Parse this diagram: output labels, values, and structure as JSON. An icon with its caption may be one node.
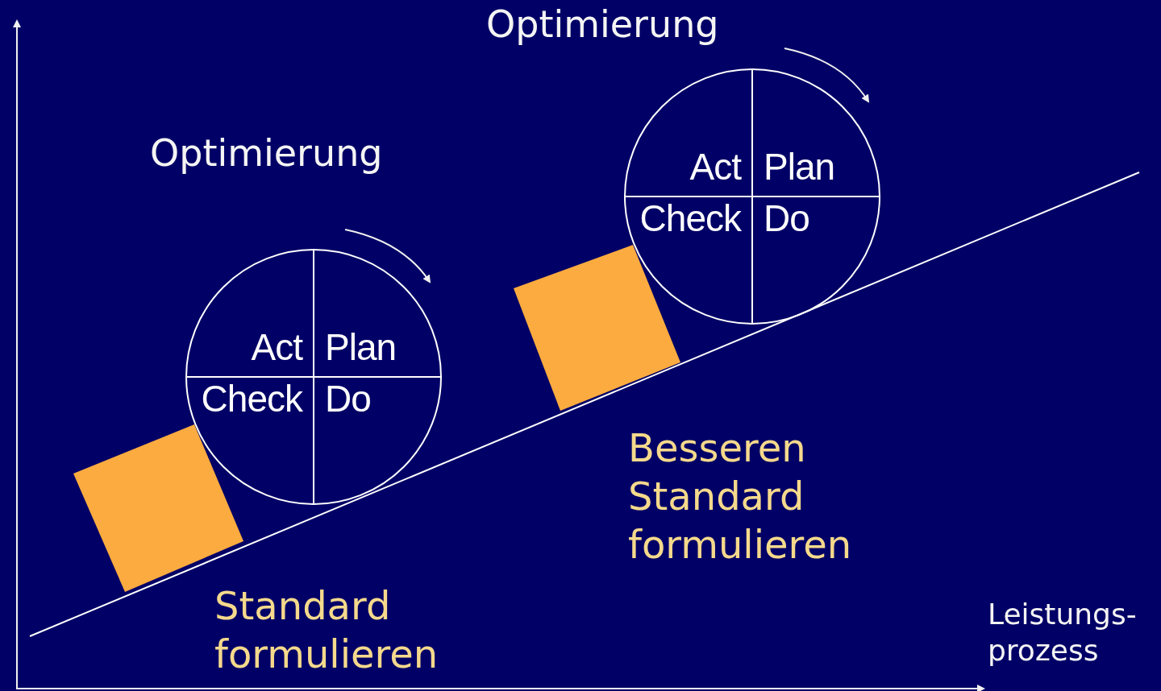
{
  "diagram": {
    "nodes": [
      {
        "text": [
          "Act",
          "Plan",
          "Check",
          "Do"
        ]
      },
      {
        "text": [
          "Act",
          "Plan",
          "Check",
          "Do"
        ]
      },
      {
        "text": [],
        "shape": "box"
      },
      {
        "text": [],
        "shape": "box"
      }
    ],
    "labels": [
      "Optimierung",
      "Optimierung",
      "Besseren Standard formulieren",
      "Standard formulieren",
      "Leistungs- prozess"
    ]
  }
}
